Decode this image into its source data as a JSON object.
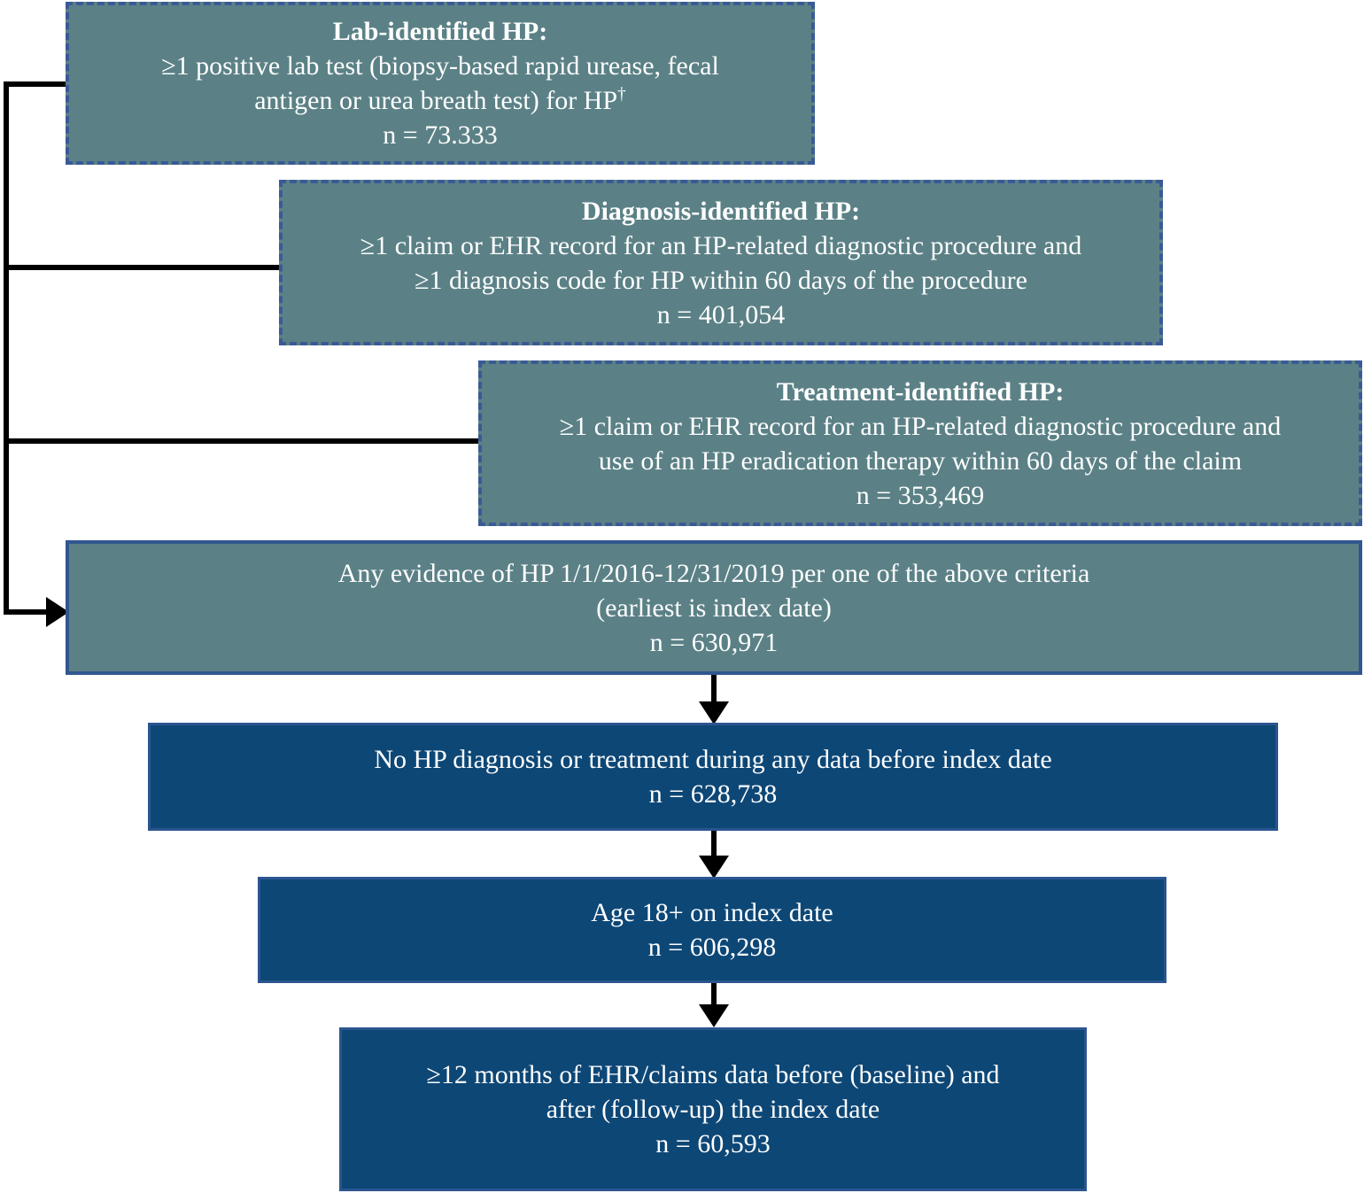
{
  "diagram": {
    "title": "HP cohort attrition flow diagram",
    "colors": {
      "teal_fill": "#5b8186",
      "navy_fill": "#0d4776",
      "dashed_border": "#3a5a96",
      "solid_border": "#31578f",
      "connector": "#000000",
      "text": "#ffffff"
    },
    "boxes": [
      {
        "id": "lab-identified-hp",
        "style": "teal-dashed",
        "heading": "Lab-identified HP:",
        "lines": [
          "≥1 positive lab test (biopsy-based rapid urease, fecal",
          "antigen or urea breath test) for HP"
        ],
        "footnote_marker": "†",
        "count": "n = 73.333"
      },
      {
        "id": "diagnosis-identified-hp",
        "style": "teal-dashed",
        "heading": "Diagnosis-identified HP:",
        "lines": [
          "≥1 claim or EHR record for an HP-related diagnostic procedure and",
          "≥1 diagnosis code for HP within 60 days of the procedure"
        ],
        "count": "n = 401,054"
      },
      {
        "id": "treatment-identified-hp",
        "style": "teal-dashed",
        "heading": "Treatment-identified HP:",
        "lines": [
          "≥1 claim or EHR record for an HP-related diagnostic procedure and",
          "use of an HP eradication therapy within 60 days of the claim"
        ],
        "count": "n = 353,469"
      },
      {
        "id": "any-evidence-of-hp",
        "style": "teal-solid",
        "lines": [
          "Any evidence of HP 1/1/2016-12/31/2019 per one of the above criteria",
          "(earliest is index date)"
        ],
        "count": "n = 630,971"
      },
      {
        "id": "no-prior-hp",
        "style": "navy-solid",
        "lines": [
          "No HP diagnosis or treatment during any data before index date"
        ],
        "count": "n = 628,738"
      },
      {
        "id": "age-18-plus",
        "style": "navy-solid",
        "lines": [
          "Age 18+ on index date"
        ],
        "count": "n = 606,298"
      },
      {
        "id": "twelve-months-data",
        "style": "navy-solid",
        "lines": [
          "≥12 months of EHR/claims data before (baseline) and",
          "after (follow-up) the index date"
        ],
        "count": "n = 60,593"
      }
    ]
  }
}
